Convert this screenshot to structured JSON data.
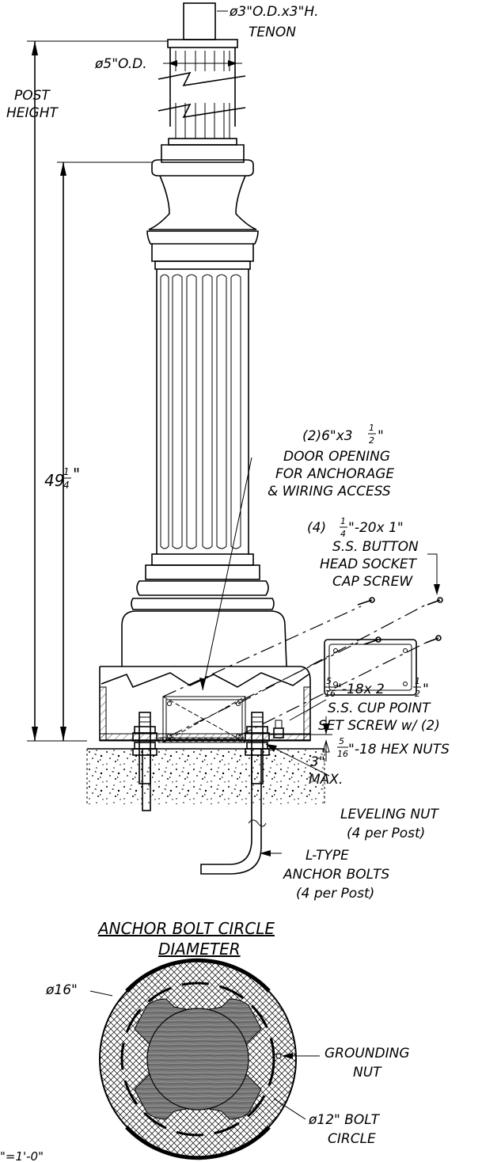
{
  "labels": {
    "tenon_1": "ø3\"O.D.x3\"H.",
    "tenon_2": "TENON",
    "od5": "ø5\"O.D.",
    "post_height_1": "POST",
    "post_height_2": "HEIGHT",
    "height_whole": "49",
    "height_num": "1",
    "height_den": "4",
    "height_unit": "\"",
    "door_1a": "(2)6\"x3",
    "door_1_num": "1",
    "door_1_den": "2",
    "door_1b": "\"",
    "door_2": "DOOR OPENING",
    "door_3": "FOR ANCHORAGE",
    "door_4": "& WIRING ACCESS",
    "cap_1a": "(4) ",
    "cap_1_num": "1",
    "cap_1_den": "4",
    "cap_1b": "\"-20x 1\"",
    "cap_2": "S.S. BUTTON",
    "cap_3": "HEAD SOCKET",
    "cap_4": "CAP SCREW",
    "set_1_num": "5",
    "set_1_den": "16",
    "set_1a": "\"-18x 2",
    "set_1b_num": "1",
    "set_1b_den": "2",
    "set_1c": "\"",
    "set_2": "S.S. CUP POINT",
    "set_3": "SET SCREW w/ (2)",
    "set_4_num": "5",
    "set_4_den": "16",
    "set_4": "\"-18 HEX NUTS",
    "max_1": "3\"",
    "max_2": "MAX.",
    "level_1": "LEVELING NUT",
    "level_2": "(4 per Post)",
    "anchor_1": "L-TYPE",
    "anchor_2": "ANCHOR BOLTS",
    "anchor_3": "(4 per Post)",
    "circle_title_1": "ANCHOR BOLT CIRCLE",
    "circle_title_2": "DIAMETER",
    "d16": "ø16\"",
    "ground_1": "GROUNDING",
    "ground_2": "NUT",
    "bolt_circle_1": "ø12\" BOLT",
    "bolt_circle_2": "CIRCLE",
    "scale": "\"=1'-0\""
  }
}
